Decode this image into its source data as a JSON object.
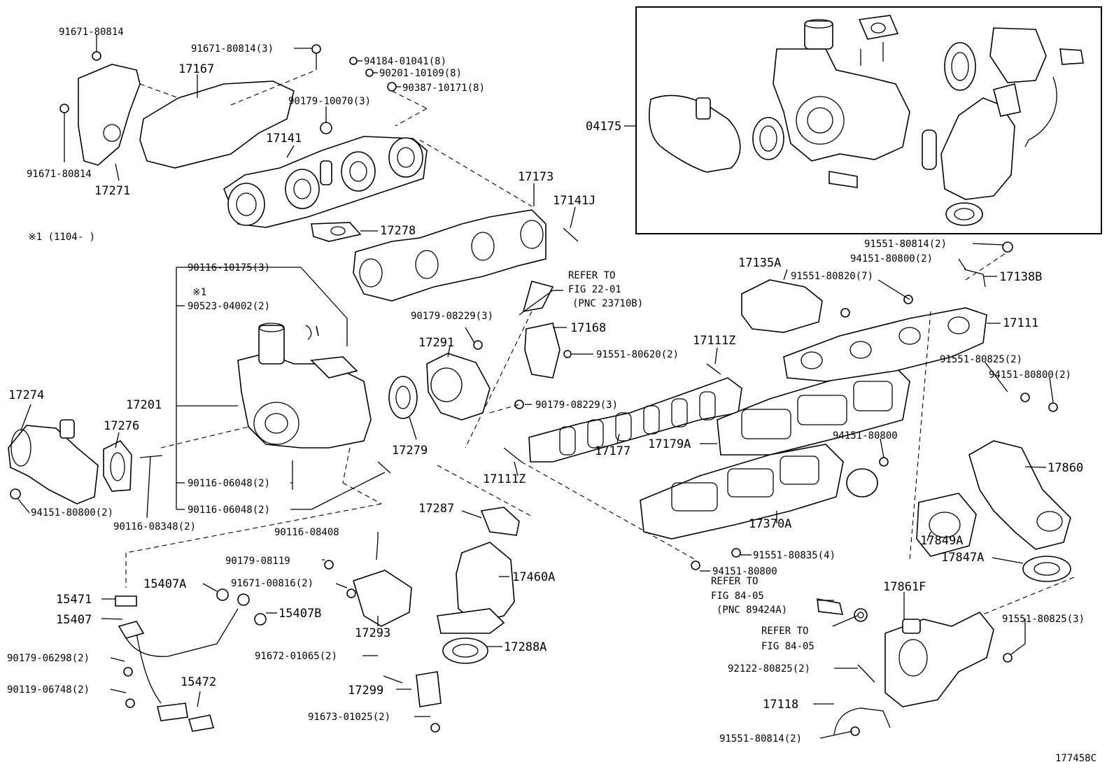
{
  "diagram": {
    "figure_code": "177458C",
    "note_range": "※1 (1104-    )",
    "note_marker": "※1",
    "kit_label": "04175",
    "refs": {
      "fuel_injector": [
        "REFER TO",
        "FIG 22-01",
        "(PNC 23710B)"
      ],
      "sensor": [
        "REFER TO",
        "FIG 84-05",
        "(PNC 89424A)"
      ],
      "seal": [
        "REFER TO",
        "FIG 84-05"
      ]
    },
    "labels": [
      {
        "id": "l1",
        "text": "91671-80814"
      },
      {
        "id": "l2",
        "text": "91671-80814(3)"
      },
      {
        "id": "l3",
        "text": "17167"
      },
      {
        "id": "l4",
        "text": "94184-01041(8)"
      },
      {
        "id": "l5",
        "text": "90201-10109(8)"
      },
      {
        "id": "l6",
        "text": "90387-10171(8)"
      },
      {
        "id": "l7",
        "text": "90179-10070(3)"
      },
      {
        "id": "l8",
        "text": "17141"
      },
      {
        "id": "l9",
        "text": "91671-80814"
      },
      {
        "id": "l10",
        "text": "17271"
      },
      {
        "id": "l11",
        "text": "17173"
      },
      {
        "id": "l12",
        "text": "17141J"
      },
      {
        "id": "l13",
        "text": "17278"
      },
      {
        "id": "l14",
        "text": "90116-10175(3)"
      },
      {
        "id": "l15",
        "text": "90523-04002(2)"
      },
      {
        "id": "l16",
        "text": "90179-08229(3)"
      },
      {
        "id": "l17",
        "text": "17168"
      },
      {
        "id": "l18",
        "text": "17291"
      },
      {
        "id": "l19",
        "text": "91551-80620(2)"
      },
      {
        "id": "l20",
        "text": "17274"
      },
      {
        "id": "l21",
        "text": "17201"
      },
      {
        "id": "l22",
        "text": "17276"
      },
      {
        "id": "l23",
        "text": "90179-08229(3)"
      },
      {
        "id": "l24",
        "text": "17279"
      },
      {
        "id": "l25",
        "text": "90116-06048(2)"
      },
      {
        "id": "l26",
        "text": "90116-06048(2)"
      },
      {
        "id": "l27",
        "text": "94151-80800(2)"
      },
      {
        "id": "l28",
        "text": "90116-08348(2)"
      },
      {
        "id": "l29",
        "text": "17111Z"
      },
      {
        "id": "l30",
        "text": "17177"
      },
      {
        "id": "l31",
        "text": "17111Z"
      },
      {
        "id": "l32",
        "text": "17287"
      },
      {
        "id": "l33",
        "text": "90116-08408"
      },
      {
        "id": "l34",
        "text": "90179-08119"
      },
      {
        "id": "l35",
        "text": "15407A"
      },
      {
        "id": "l36",
        "text": "91671-00816(2)"
      },
      {
        "id": "l37",
        "text": "17460A"
      },
      {
        "id": "l38",
        "text": "15471"
      },
      {
        "id": "l39",
        "text": "15407"
      },
      {
        "id": "l40",
        "text": "15407B"
      },
      {
        "id": "l41",
        "text": "17293"
      },
      {
        "id": "l42",
        "text": "17288A"
      },
      {
        "id": "l43",
        "text": "90179-06298(2)"
      },
      {
        "id": "l44",
        "text": "91672-01065(2)"
      },
      {
        "id": "l45",
        "text": "15472"
      },
      {
        "id": "l46",
        "text": "90119-06748(2)"
      },
      {
        "id": "l47",
        "text": "17299"
      },
      {
        "id": "l48",
        "text": "91673-01025(2)"
      },
      {
        "id": "l49",
        "text": "91551-80814(2)"
      },
      {
        "id": "l50",
        "text": "94151-80800(2)"
      },
      {
        "id": "l51",
        "text": "17135A"
      },
      {
        "id": "l52",
        "text": "91551-80820(7)"
      },
      {
        "id": "l53",
        "text": "17138B"
      },
      {
        "id": "l54",
        "text": "17111"
      },
      {
        "id": "l55",
        "text": "91551-80825(2)"
      },
      {
        "id": "l56",
        "text": "94151-80800(2)"
      },
      {
        "id": "l57",
        "text": "17179A"
      },
      {
        "id": "l58",
        "text": "94151-80800"
      },
      {
        "id": "l59",
        "text": "17860"
      },
      {
        "id": "l60",
        "text": "17370A"
      },
      {
        "id": "l61",
        "text": "17849A"
      },
      {
        "id": "l62",
        "text": "91551-80835(4)"
      },
      {
        "id": "l63",
        "text": "94151-80800"
      },
      {
        "id": "l64",
        "text": "17847A"
      },
      {
        "id": "l65",
        "text": "17861F"
      },
      {
        "id": "l66",
        "text": "91551-80825(3)"
      },
      {
        "id": "l67",
        "text": "92122-80825(2)"
      },
      {
        "id": "l68",
        "text": "17118"
      },
      {
        "id": "l69",
        "text": "91551-80814(2)"
      }
    ]
  }
}
